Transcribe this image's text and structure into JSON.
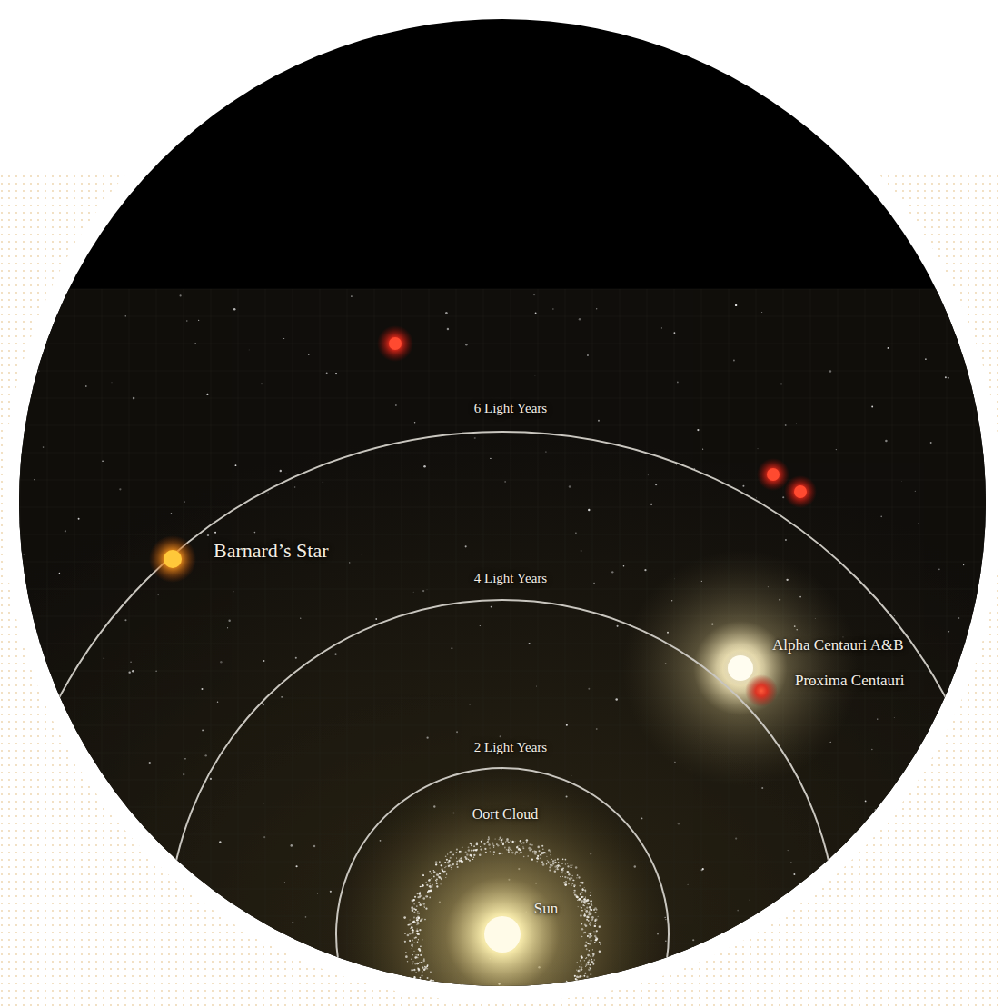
{
  "diagram": {
    "labels": [
      "6 Light Years",
      "Barnard’s Star",
      "4 Light Years",
      "Alpha Centauri A&B",
      "Proxima Centauri",
      "2 Light Years",
      "Oort Cloud",
      "Sun"
    ]
  }
}
